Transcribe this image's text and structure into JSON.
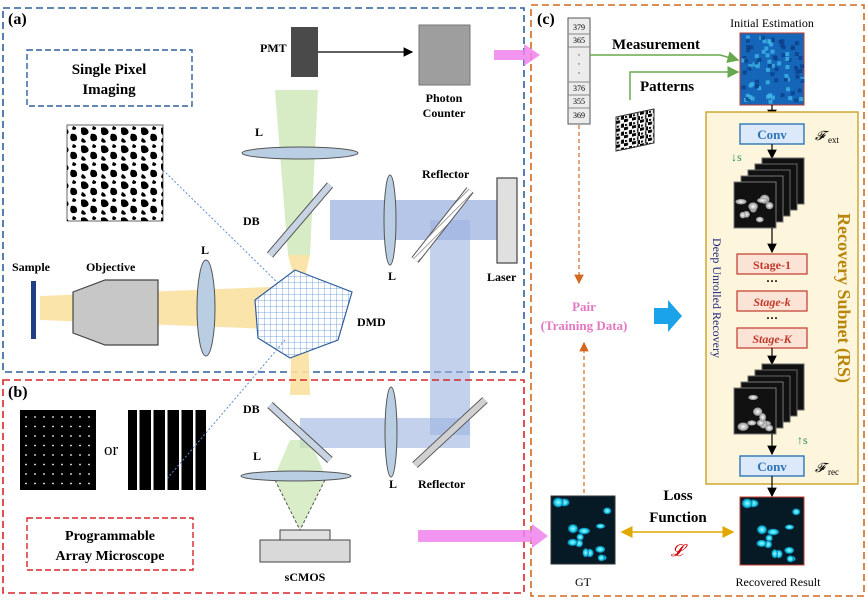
{
  "panel_a": {
    "label": "(a)",
    "title_line1": "Single Pixel",
    "title_line2": "Imaging",
    "pmt": "PMT",
    "photon_counter_line1": "Photon",
    "photon_counter_line2": "Counter",
    "lens": "L",
    "db": "DB",
    "reflector": "Reflector",
    "laser": "Laser",
    "sample": "Sample",
    "objective": "Objective",
    "dmd": "DMD"
  },
  "panel_b": {
    "label": "(b)",
    "or_text": "or",
    "title_line1": "Programmable",
    "title_line2": "Array Microscope",
    "db": "DB",
    "lens": "L",
    "reflector": "Reflector",
    "scmos": "sCMOS"
  },
  "panel_c": {
    "label": "(c)",
    "measurement_values_top": [
      "379",
      "365"
    ],
    "measurement_dots": [
      "·",
      "·",
      "·"
    ],
    "measurement_values_bottom": [
      "376",
      "355",
      "369"
    ],
    "measurement": "Measurement",
    "patterns": "Patterns",
    "initial_estimation": "Initial Estimation",
    "conv": "Conv",
    "f_ext_symbol": "𝓕",
    "f_ext_sub": "ext",
    "f_rec_symbol": "𝓕",
    "f_rec_sub": "rec",
    "down_s": "↓s",
    "up_s": "↑s",
    "stages": [
      "Stage-1",
      "Stage-k",
      "Stage-K"
    ],
    "ellipsis": "···",
    "deep_unrolled_recovery": "Deep Unrolled Recovery",
    "recovery_subnet": "Recovery Subnet (RS)",
    "pair_line1": "Pair",
    "pair_line2": "(Training Data)",
    "loss_line1": "Loss",
    "loss_line2": "Function",
    "loss_symbol": "𝓛",
    "gt": "GT",
    "recovered_result": "Recovered Result"
  },
  "colors": {
    "panel_a_border": "#2e5f9e",
    "panel_b_border": "#d62728",
    "panel_c_border": "#d2691e",
    "subnet_fill": "#fdf5dc",
    "subnet_border": "#c9a227",
    "stage_fill": "#fbe3d6",
    "stage_border": "#c0392b",
    "conv_fill": "#dbe9fb",
    "conv_border": "#2e75b6",
    "pink_arrow": "#ee82ee",
    "green_line": "#6aa84f",
    "orange_dash": "#d2691e",
    "recovery_text": "#b8860b",
    "deep_text": "#1a237e",
    "pair_text": "#e377c2",
    "loss_symbol_color": "#cc0000"
  }
}
